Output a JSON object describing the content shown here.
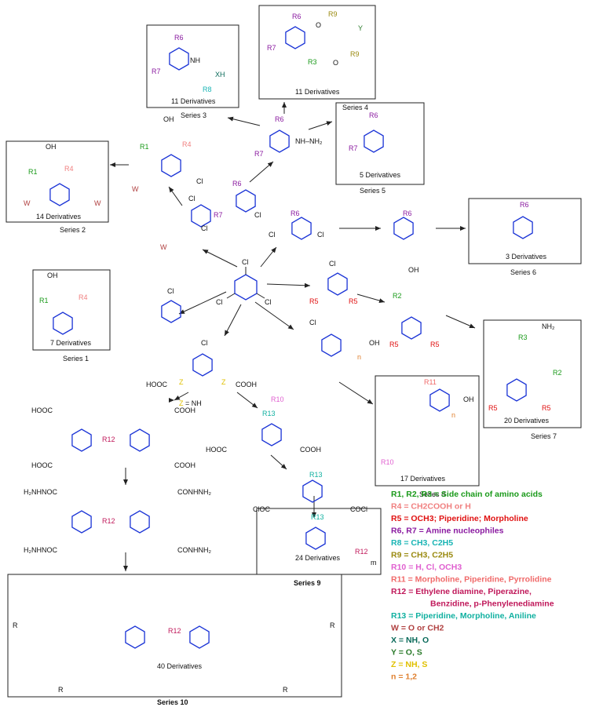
{
  "colors": {
    "ring": "#1a33d6",
    "r123": "#1a9a1a",
    "r4": "#f08080",
    "r5": "#e01010",
    "r67": "#8a1aa0",
    "r8": "#18b4b4",
    "r9": "#9a8a10",
    "r10": "#e060d0",
    "r11": "#f06a6a",
    "r12": "#c0185a",
    "r13": "#10b0a0",
    "w": "#b04040",
    "x": "#0a6a5a",
    "y": "#2a7a2a",
    "z": "#e0c000",
    "n": "#e08030"
  },
  "atoms": {
    "cl": "Cl",
    "n": "N",
    "o": "O",
    "oh": "OH",
    "h": "H",
    "nh": "NH",
    "xh": "XH",
    "nh2": "NH₂",
    "nh_nh2": "NH–NH₂",
    "hooc": "HOOC",
    "cooh": "COOH",
    "h2nhnoc": "H₂NHNOC",
    "conhnh2": "CONHNH₂",
    "cloc": "ClOC",
    "cocl": "COCl",
    "r": "R",
    "m": "m",
    "eq_z": "= NH"
  },
  "rgroups": {
    "r1": "R1",
    "r2": "R2",
    "r3": "R3",
    "r4": "R4",
    "r5": "R5",
    "r6": "R6",
    "r7": "R7",
    "r8": "R8",
    "r9": "R9",
    "r10": "R10",
    "r11": "R11",
    "r12": "R12",
    "r13": "R13",
    "w": "W",
    "x": "X",
    "y": "Y",
    "z": "Z",
    "n": "n"
  },
  "series": [
    {
      "id": "s1",
      "name": "Series 1",
      "derivatives": "7 Derivatives"
    },
    {
      "id": "s2",
      "name": "Series 2",
      "derivatives": "14 Derivatives"
    },
    {
      "id": "s3",
      "name": "Series 3",
      "derivatives": "11 Derivatives"
    },
    {
      "id": "s4",
      "name": "Series 4",
      "derivatives": "11 Derivatives"
    },
    {
      "id": "s5",
      "name": "Series 5",
      "derivatives": "5 Derivatives"
    },
    {
      "id": "s6",
      "name": "Series 6",
      "derivatives": "3 Derivatives"
    },
    {
      "id": "s7",
      "name": "Series 7",
      "derivatives": "20 Derivatives"
    },
    {
      "id": "s8",
      "name": "Series 8",
      "derivatives": "17 Derivatives"
    },
    {
      "id": "s9",
      "name": "Series 9",
      "derivatives": "24 Derivatives"
    },
    {
      "id": "s10",
      "name": "Series 10",
      "derivatives": "40 Derivatives"
    }
  ],
  "legend": [
    {
      "key": "R1, R2, R3 =",
      "value": "Side chain of amino acids",
      "color": "#1a9a1a"
    },
    {
      "key": "R4",
      "value": "= CH2COOH or H",
      "color": "#f08080"
    },
    {
      "key": "R5",
      "value": "= OCH3; Piperidine; Morpholine",
      "color": "#e01010"
    },
    {
      "key": "R6, R7 =",
      "value": "Amine nucleophiles",
      "color": "#8a1aa0"
    },
    {
      "key": "R8",
      "value": "= CH3, C2H5",
      "color": "#18b4b4"
    },
    {
      "key": "R9",
      "value": "= CH3, C2H5",
      "color": "#9a8a10"
    },
    {
      "key": "R10",
      "value": "= H, Cl, OCH3",
      "color": "#e060d0"
    },
    {
      "key": "R11",
      "value": "= Morpholine, Piperidine, Pyrrolidine",
      "color": "#f06a6a"
    },
    {
      "key": "R12",
      "value": "= Ethylene diamine, Piperazine,",
      "color": "#c0185a"
    },
    {
      "key": "",
      "value": "Benzidine, p-Phenylenediamine",
      "color": "#c0185a"
    },
    {
      "key": "R13",
      "value": "= Piperidine, Morpholine, Aniline",
      "color": "#10b0a0"
    },
    {
      "key": "W",
      "value": "= O or CH2",
      "color": "#b04040"
    },
    {
      "key": "X",
      "value": "= NH, O",
      "color": "#0a6a5a"
    },
    {
      "key": "Y",
      "value": "= O, S",
      "color": "#2a7a2a"
    },
    {
      "key": "Z",
      "value": "= NH, S",
      "color": "#e0c000"
    },
    {
      "key": "n",
      "value": "= 1,2",
      "color": "#e08030"
    }
  ]
}
